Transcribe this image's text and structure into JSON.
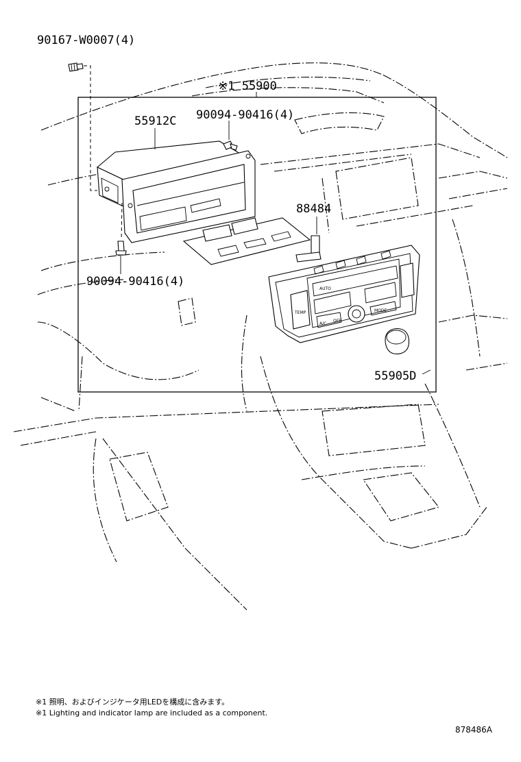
{
  "labels": {
    "screw_top": "90167-W0007(4)",
    "assembly": "※1 55900",
    "box": "55912C",
    "screw_mid": "90094-90416(4)",
    "screw_low": "90094-90416(4)",
    "lamp": "88484",
    "knob": "55905D"
  },
  "panel": {
    "btn_auto": "AUTO",
    "btn_ac": "A/C",
    "btn_off": "OFF",
    "btn_mode": "MODE",
    "btn_temp": "TEMP"
  },
  "notes": {
    "ja": "※1 照明、およびインジケータ用LEDを構成に含みます。",
    "en": "※1 Lighting and indicator lamp are included as a component."
  },
  "figure_id": "878486A"
}
